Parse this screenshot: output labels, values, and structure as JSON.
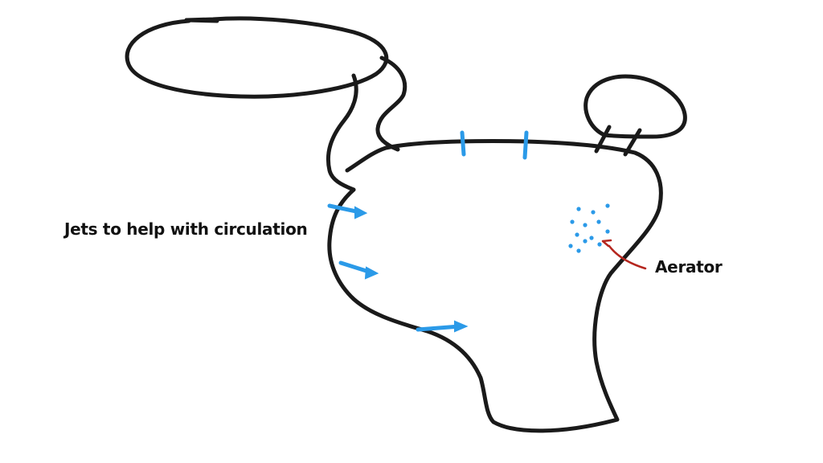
{
  "labels": {
    "jets": "Jets to help with circulation",
    "aerator": "Aerator"
  },
  "colors": {
    "outline": "#1a1a1a",
    "jets": "#2b9ae8",
    "aerator_dots": "#2b9ae8",
    "aerator_arrow": "#b5261e",
    "background": "#ffffff"
  },
  "parts": {
    "ponds": [
      "large-upper-pond",
      "main-pond",
      "small-right-pond"
    ],
    "connectors": [
      "stream-channel",
      "double-link"
    ],
    "jet_count": 5,
    "aerator_dot_count": 13
  }
}
